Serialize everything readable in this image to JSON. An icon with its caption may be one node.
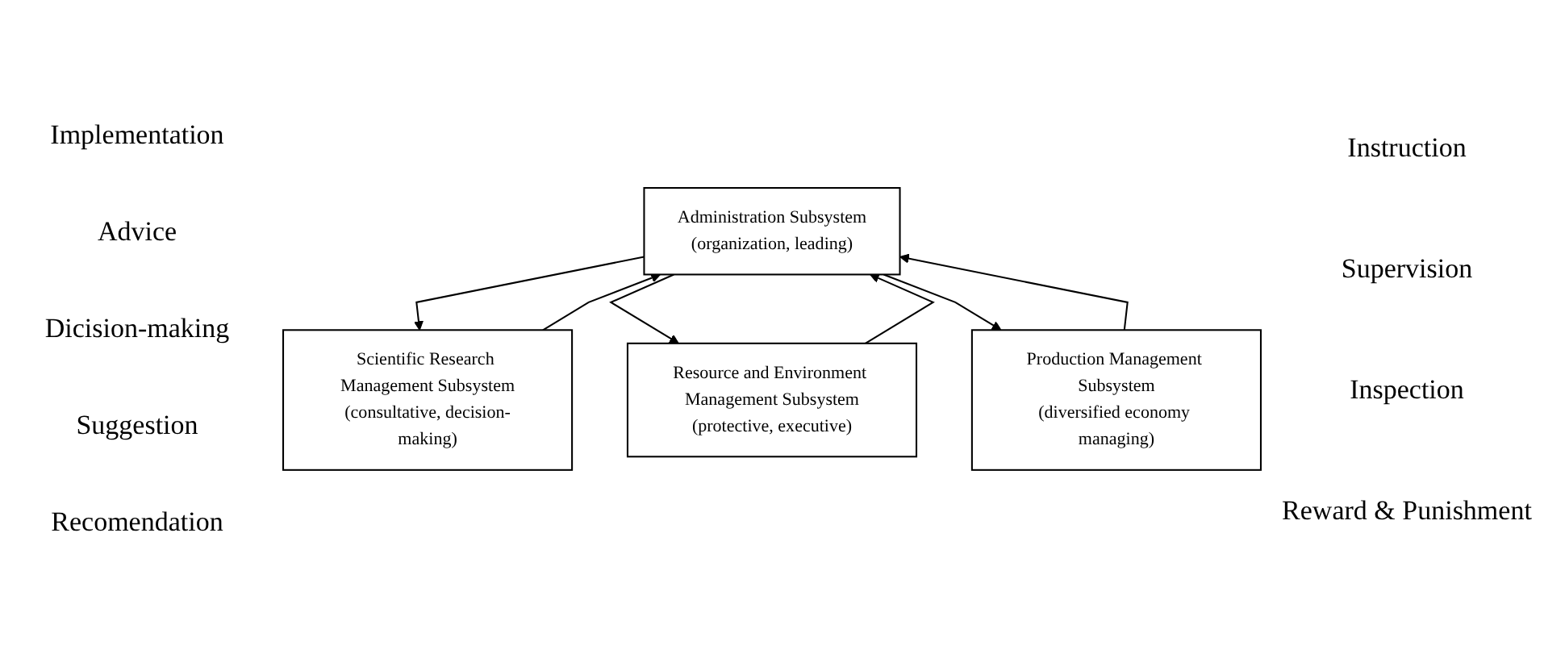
{
  "diagram": {
    "nodes": [
      {
        "text": [
          "Administration Subsystem",
          "(organization, leading)"
        ]
      },
      {
        "text": [
          "Scientific Research Management Subsystem",
          "(consultative, decision-making)"
        ]
      },
      {
        "text": [
          "Resource and Environment Management Subsystem",
          "(protective, executive)"
        ]
      },
      {
        "text": [
          "Production Management Subsystem",
          "(diversified economy managing)"
        ]
      }
    ],
    "edges": [
      {
        "from": 1,
        "to": 0,
        "arrow": "to"
      },
      {
        "from": 2,
        "to": 0,
        "arrow": "to"
      },
      {
        "from": 3,
        "to": 0,
        "arrow": "to"
      },
      {
        "from": 0,
        "to": 1,
        "arrow": "to"
      },
      {
        "from": 0,
        "to": 2,
        "arrow": "to"
      },
      {
        "from": 0,
        "to": 3,
        "arrow": "to"
      }
    ],
    "labels": [
      "Implementation",
      "Advice",
      "Dicision-making",
      "Suggestion",
      "Recomendation",
      "Instruction",
      "Supervision",
      "Inspection",
      "Reward & Punishment"
    ]
  }
}
